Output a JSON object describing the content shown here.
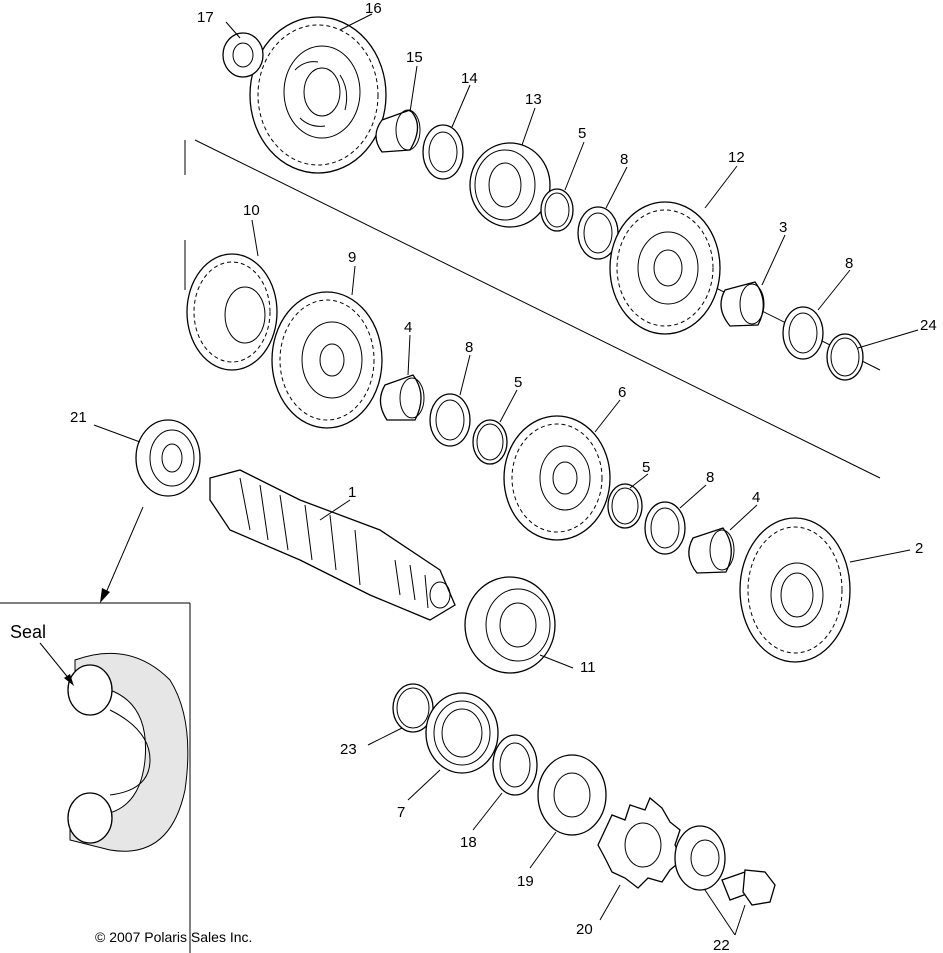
{
  "part_numbers": [
    "1",
    "2",
    "3",
    "4",
    "4",
    "5",
    "5",
    "5",
    "6",
    "7",
    "8",
    "8",
    "8",
    "8",
    "9",
    "10",
    "11",
    "12",
    "13",
    "14",
    "15",
    "16",
    "17",
    "18",
    "19",
    "20",
    "21",
    "22",
    "23",
    "24"
  ],
  "callouts": [
    {
      "id": "callout-16",
      "text": "16"
    },
    {
      "id": "callout-17",
      "text": "17"
    },
    {
      "id": "callout-15",
      "text": "15"
    },
    {
      "id": "callout-14",
      "text": "14"
    },
    {
      "id": "callout-13",
      "text": "13"
    },
    {
      "id": "callout-5a",
      "text": "5"
    },
    {
      "id": "callout-8a",
      "text": "8"
    },
    {
      "id": "callout-12",
      "text": "12"
    },
    {
      "id": "callout-3",
      "text": "3"
    },
    {
      "id": "callout-8b",
      "text": "8"
    },
    {
      "id": "callout-24",
      "text": "24"
    },
    {
      "id": "callout-10",
      "text": "10"
    },
    {
      "id": "callout-9",
      "text": "9"
    },
    {
      "id": "callout-4a",
      "text": "4"
    },
    {
      "id": "callout-8c",
      "text": "8"
    },
    {
      "id": "callout-5b",
      "text": "5"
    },
    {
      "id": "callout-6",
      "text": "6"
    },
    {
      "id": "callout-21",
      "text": "21"
    },
    {
      "id": "callout-1",
      "text": "1"
    },
    {
      "id": "callout-5c",
      "text": "5"
    },
    {
      "id": "callout-8d",
      "text": "8"
    },
    {
      "id": "callout-4b",
      "text": "4"
    },
    {
      "id": "callout-2",
      "text": "2"
    },
    {
      "id": "callout-11",
      "text": "11"
    },
    {
      "id": "callout-23",
      "text": "23"
    },
    {
      "id": "callout-7",
      "text": "7"
    },
    {
      "id": "callout-18",
      "text": "18"
    },
    {
      "id": "callout-19",
      "text": "19"
    },
    {
      "id": "callout-20",
      "text": "20"
    },
    {
      "id": "callout-22",
      "text": "22"
    }
  ],
  "inset": {
    "label": "Seal"
  },
  "copyright": "© 2007 Polaris Sales Inc."
}
